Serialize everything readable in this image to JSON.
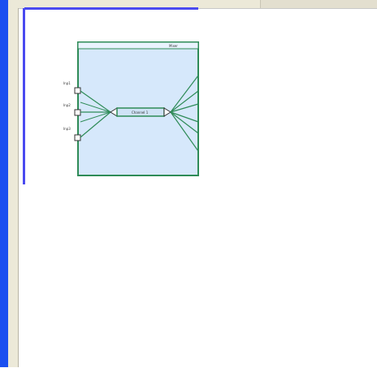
{
  "window": {
    "title": ""
  },
  "diagram": {
    "block_title": "Mixer",
    "center_block_label": "Channel 1",
    "left_port_labels": [
      "Inp1",
      "Inp2",
      "Inp3"
    ],
    "colors": {
      "block_fill": "#d6e8fb",
      "block_border": "#2e8b57",
      "wire": "#2e8b57",
      "selection": "#4a4af0"
    }
  }
}
